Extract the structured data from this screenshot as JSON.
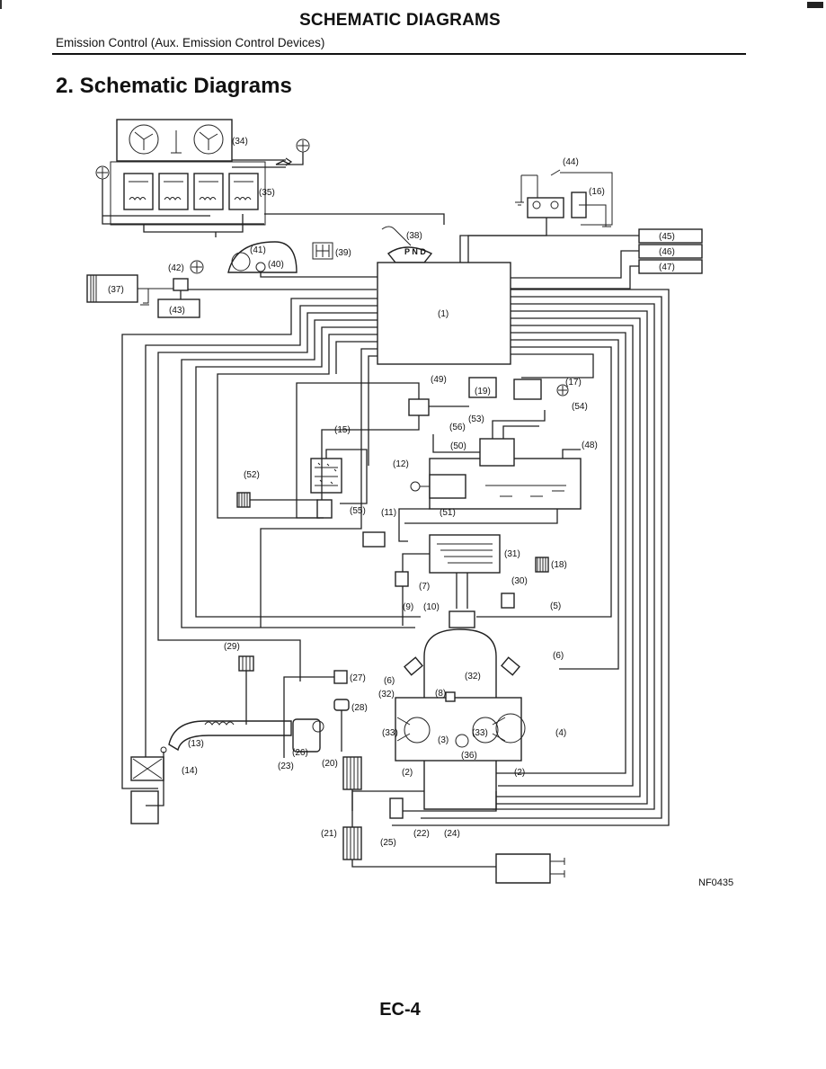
{
  "header": {
    "title": "SCHEMATIC DIAGRAMS",
    "subtitle": "Emission Control (Aux. Emission Control Devices)"
  },
  "section": {
    "heading": "2. Schematic Diagrams"
  },
  "figure": {
    "code": "NF0435",
    "callouts": [
      "(1)",
      "(2)",
      "(3)",
      "(4)",
      "(5)",
      "(6)",
      "(7)",
      "(8)",
      "(9)",
      "(10)",
      "(11)",
      "(12)",
      "(13)",
      "(14)",
      "(15)",
      "(16)",
      "(17)",
      "(18)",
      "(19)",
      "(20)",
      "(21)",
      "(22)",
      "(23)",
      "(24)",
      "(25)",
      "(26)",
      "(27)",
      "(28)",
      "(29)",
      "(30)",
      "(31)",
      "(32)",
      "(33)",
      "(34)",
      "(35)",
      "(36)",
      "(37)",
      "(38)",
      "(39)",
      "(40)",
      "(41)",
      "(42)",
      "(43)",
      "(44)",
      "(45)",
      "(46)",
      "(47)",
      "(48)",
      "(49)",
      "(50)",
      "(51)",
      "(52)",
      "(53)",
      "(54)",
      "(55)",
      "(56)"
    ],
    "selector_letters": "P N D"
  },
  "footer": {
    "page_number": "EC-4"
  }
}
